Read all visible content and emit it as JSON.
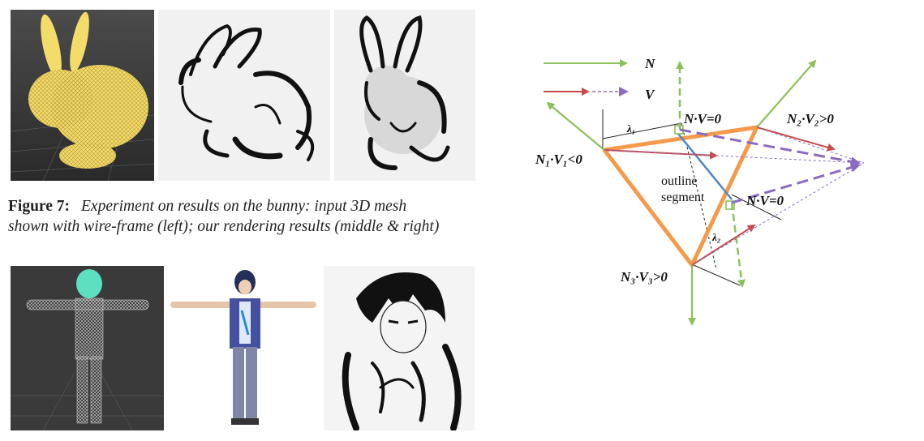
{
  "figure7": {
    "label": "Figure 7:",
    "caption_line1": "Experiment on results on the bunny: input 3D mesh",
    "caption_line2": "shown with wire-frame (left); our rendering results (middle & right)"
  },
  "diagram": {
    "legend_n": "N",
    "legend_v": "V",
    "n_v_zero_top": "N·V=0",
    "n2_v2": "N₂·V₂>0",
    "n1_v1": "N₁·V₁<0",
    "lambda1": "λ₁",
    "lambda2": "λ₂",
    "outline_line1": "outline",
    "outline_line2": "segment",
    "n_v_zero_mid": "N·V=0",
    "n3_v3": "N₃·V₃>0",
    "colors": {
      "normal": "#8dc05a",
      "view": "#c84b4b",
      "view_dashed": "#8a6bc2",
      "triangle": "#f59a4a",
      "outline": "#4f86c6"
    }
  },
  "images": {
    "bunny_wireframe": "bunny-wireframe-icon",
    "bunny_ink_side": "bunny-ink-side-icon",
    "bunny_ink_front": "bunny-ink-front-icon",
    "character_wireframe": "character-wireframe-icon",
    "character_textured": "character-textured-icon",
    "character_ink": "character-ink-icon"
  }
}
